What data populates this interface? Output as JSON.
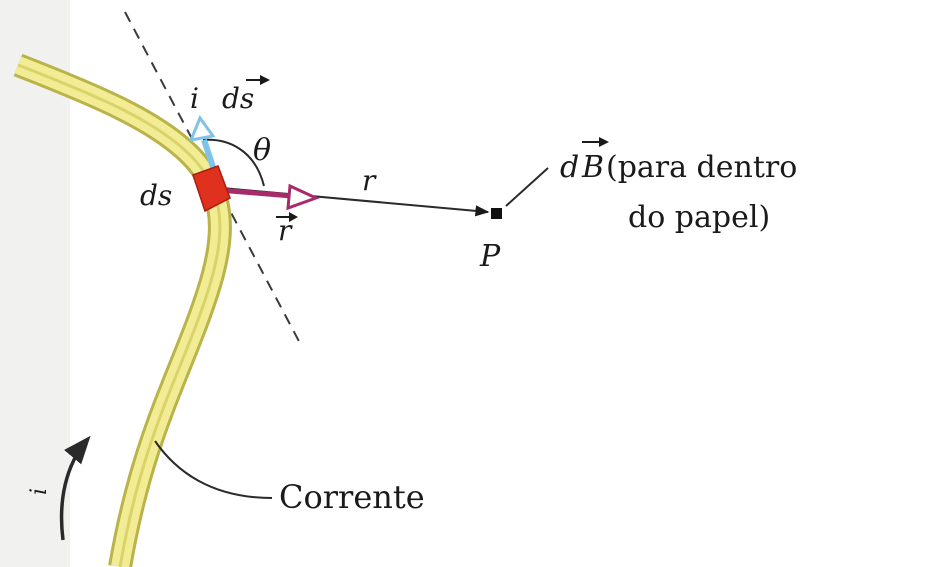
{
  "labels": {
    "current_top": "i",
    "ds_vector": "ds",
    "theta": "θ",
    "ds_element": "ds",
    "r_distance": "r",
    "r_vector": "r",
    "db_symbol": "d",
    "db_vector_letter": "B",
    "db_note_line1": "(para dentro",
    "db_note_line2": "do papel)",
    "point": "P",
    "current_bottom": "i",
    "wire": "Corrente"
  },
  "colors": {
    "wire": "#e6e07a",
    "wire_edge": "#b9b34a",
    "ds_element": "#e0301e",
    "ds_vector": "#7fc3e8",
    "r_vector": "#a82a6a",
    "line": "#2a2a2a"
  }
}
